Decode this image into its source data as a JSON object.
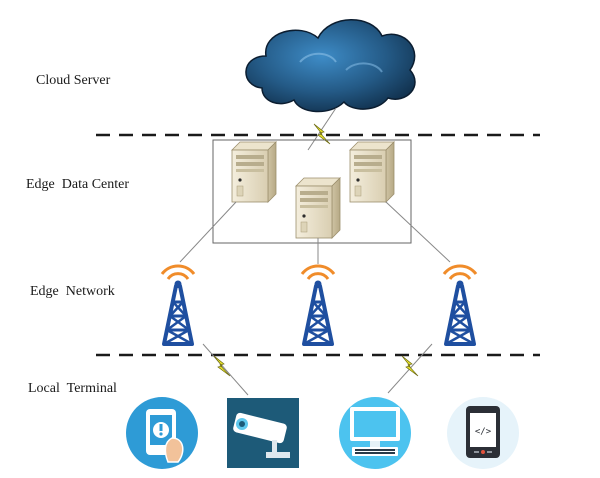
{
  "layers": [
    {
      "id": "cloud",
      "label": "Cloud Server"
    },
    {
      "id": "edge-dc",
      "label": "Edge  Data Center"
    },
    {
      "id": "edge-net",
      "label": "Edge  Network"
    },
    {
      "id": "local",
      "label": "Local  Terminal"
    }
  ],
  "nodes": {
    "cloud": {
      "icon": "cloud-icon",
      "color": "#2f6690"
    },
    "servers": [
      {
        "icon": "server-icon"
      },
      {
        "icon": "server-icon"
      },
      {
        "icon": "server-icon"
      }
    ],
    "towers": [
      {
        "icon": "radio-tower-icon"
      },
      {
        "icon": "radio-tower-icon"
      },
      {
        "icon": "radio-tower-icon"
      }
    ],
    "terminals": [
      {
        "icon": "smartphone-alert-icon",
        "bg": "#2e9bd6"
      },
      {
        "icon": "security-camera-icon",
        "bg": "#1d5a78"
      },
      {
        "icon": "desktop-computer-icon",
        "bg": "#4cc3ef"
      },
      {
        "icon": "tablet-code-icon",
        "bg": "#e6f3fa"
      }
    ]
  },
  "colors": {
    "divider": "#1a1a1a",
    "tower": "#1f4fa0",
    "signal": "#f08c2a",
    "lightning": "#e8e42a",
    "server": "#e9e2cf"
  }
}
